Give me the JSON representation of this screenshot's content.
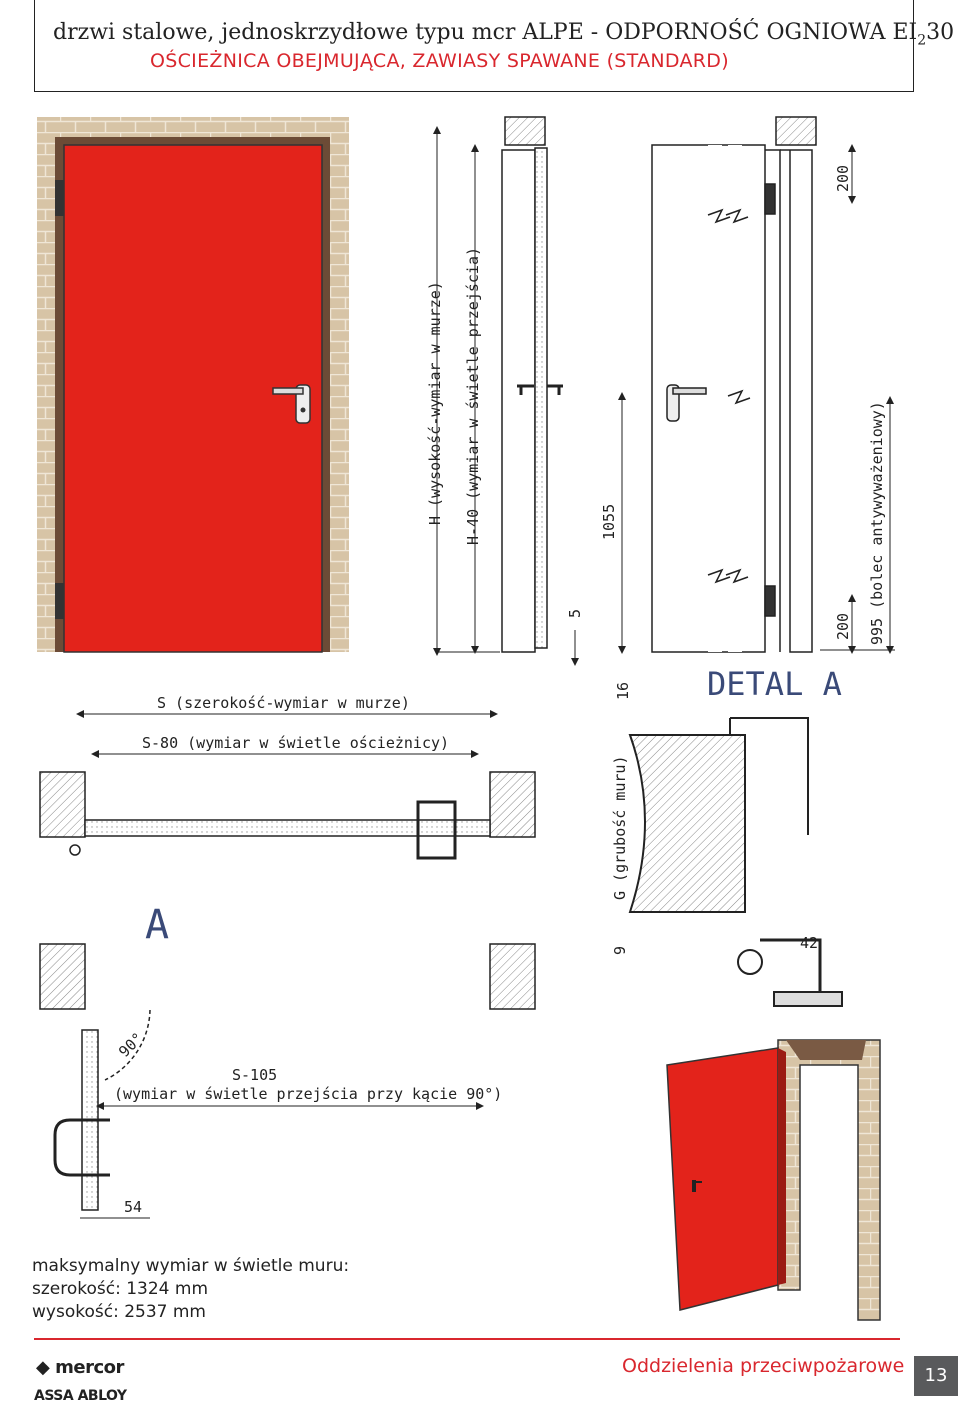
{
  "header": {
    "title_main": "drzwi stalowe, jednoskrzydłowe typu mcr ALPE - ODPORNOŚĆ OGNIOWA EI",
    "title_sub": "2",
    "title_end": "30",
    "subtitle": "OŚCIEŻNICA OBEJMUJĄCA, ZAWIASY SPAWANE (STANDARD)"
  },
  "drawing": {
    "label_h": "H (wysokość-wymiar w murze)",
    "label_h40": "H-40 (wymiar w świetle przejścia)",
    "label_1055": "1055",
    "label_5": "5",
    "label_200_top": "200",
    "label_200_bottom": "200",
    "label_995": "995 (bolec antywyważeniowy)",
    "label_16": "16",
    "label_detal": "DETAL A",
    "label_s": "S (szerokość-wymiar w murze)",
    "label_s80": "S-80 (wymiar w świetle ościeżnicy)",
    "label_g": "G (grubość muru)",
    "label_9": "9",
    "label_42": "42",
    "label_a": "A",
    "label_90": "90°",
    "label_s105": "S-105",
    "label_s105_desc": "(wymiar w świetle przejścia przy kącie 90°)",
    "label_54": "54"
  },
  "max_dims": {
    "line1": "maksymalny wymiar w świetle muru:",
    "line2": "szerokość: 1324 mm",
    "line3": "wysokość: 2537 mm"
  },
  "footer": {
    "caption": "Oddzielenia przeciwpożarowe",
    "page_number": "13",
    "brand1": "mercor",
    "brand2": "ASSA ABLOY"
  },
  "colors": {
    "door_red": "#e3231b",
    "accent_red": "#d9272e",
    "brick": "#d7c4a6",
    "frame_brown": "#7a5a44"
  }
}
